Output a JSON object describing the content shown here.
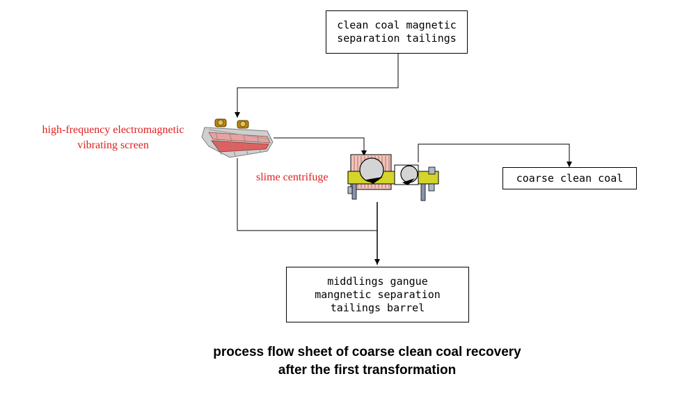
{
  "nodes": {
    "tailings_source": {
      "lines": [
        "clean coal magnetic",
        "separation tailings"
      ]
    },
    "screen": {
      "lines": [
        "high-frequency electromagnetic",
        "vibrating screen"
      ]
    },
    "centrifuge": {
      "label": "slime centrifuge"
    },
    "coarse_clean_coal": {
      "label": "coarse clean coal"
    },
    "barrel": {
      "lines": [
        "middlings gangue",
        "mangnetic separation",
        "tailings barrel"
      ]
    }
  },
  "caption": {
    "line1": "process flow sheet of coarse clean coal recovery",
    "line2": "after the first transformation"
  },
  "colors": {
    "label_red": "#e0201f",
    "centrifuge_shaft": "#d4d42a",
    "centrifuge_bowl": "#f2c4bc",
    "screen_body": "#c8c8c8"
  },
  "icons": [
    "vibrating-screen-icon",
    "centrifuge-icon",
    "arrowhead-icon"
  ]
}
